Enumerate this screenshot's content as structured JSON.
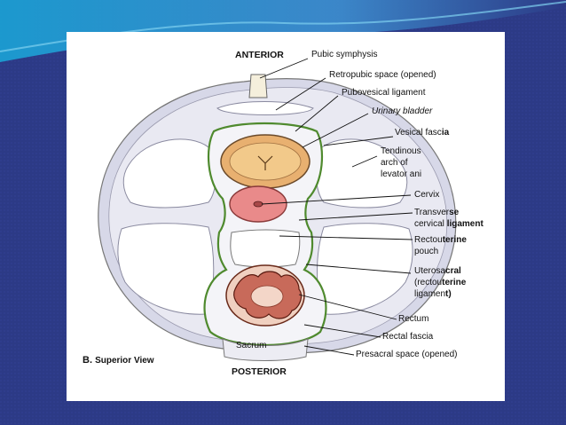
{
  "diagram": {
    "orientation": {
      "anterior": "ANTERIOR",
      "posterior": "POSTERIOR"
    },
    "view_caption": {
      "letter": "B.",
      "text": "Superior View"
    },
    "structures": {
      "sacrum": "Sacrum"
    },
    "labels": {
      "pubic_symphysis": "Pubic symphysis",
      "retropubic_space": "Retropubic space (opened)",
      "pubovesical_ligament": "Pubovesical ligament",
      "urinary_bladder": "Urinary bladder",
      "vesical_fascia_a": "Vesical fasc",
      "vesical_fascia_b": "ia",
      "tendinous_1": "Tendinous",
      "tendinous_2": "arch of",
      "tendinous_3": "levator ani",
      "cervix": "Cervix",
      "transverse_1a": "Transver",
      "transverse_1b": "se",
      "transverse_2a": "cervical ",
      "transverse_2b": "ligament",
      "rectouterine_1a": "Rectou",
      "rectouterine_1b": "terine",
      "rectouterine_2": "pouch",
      "uterosacral_1a": "Uterosa",
      "uterosacral_1b": "cral",
      "uterosacral_2a": "(rectou",
      "uterosacral_2b": "terine",
      "uterosacral_3a": "ligamen",
      "uterosacral_3b": "t)",
      "rectum": "Rectum",
      "rectal_fascia": "Rectal fascia",
      "presacral_space": "Presacral space (opened)"
    },
    "colors": {
      "slide_background": "#2c3a86",
      "panel": "#ffffff",
      "fascia_green": "#4f8a2e",
      "bladder": "#e8b070",
      "cervix": "#e98a8a",
      "rectum": "#c86a5a",
      "pelvic_wall": "#c9cadf"
    }
  }
}
